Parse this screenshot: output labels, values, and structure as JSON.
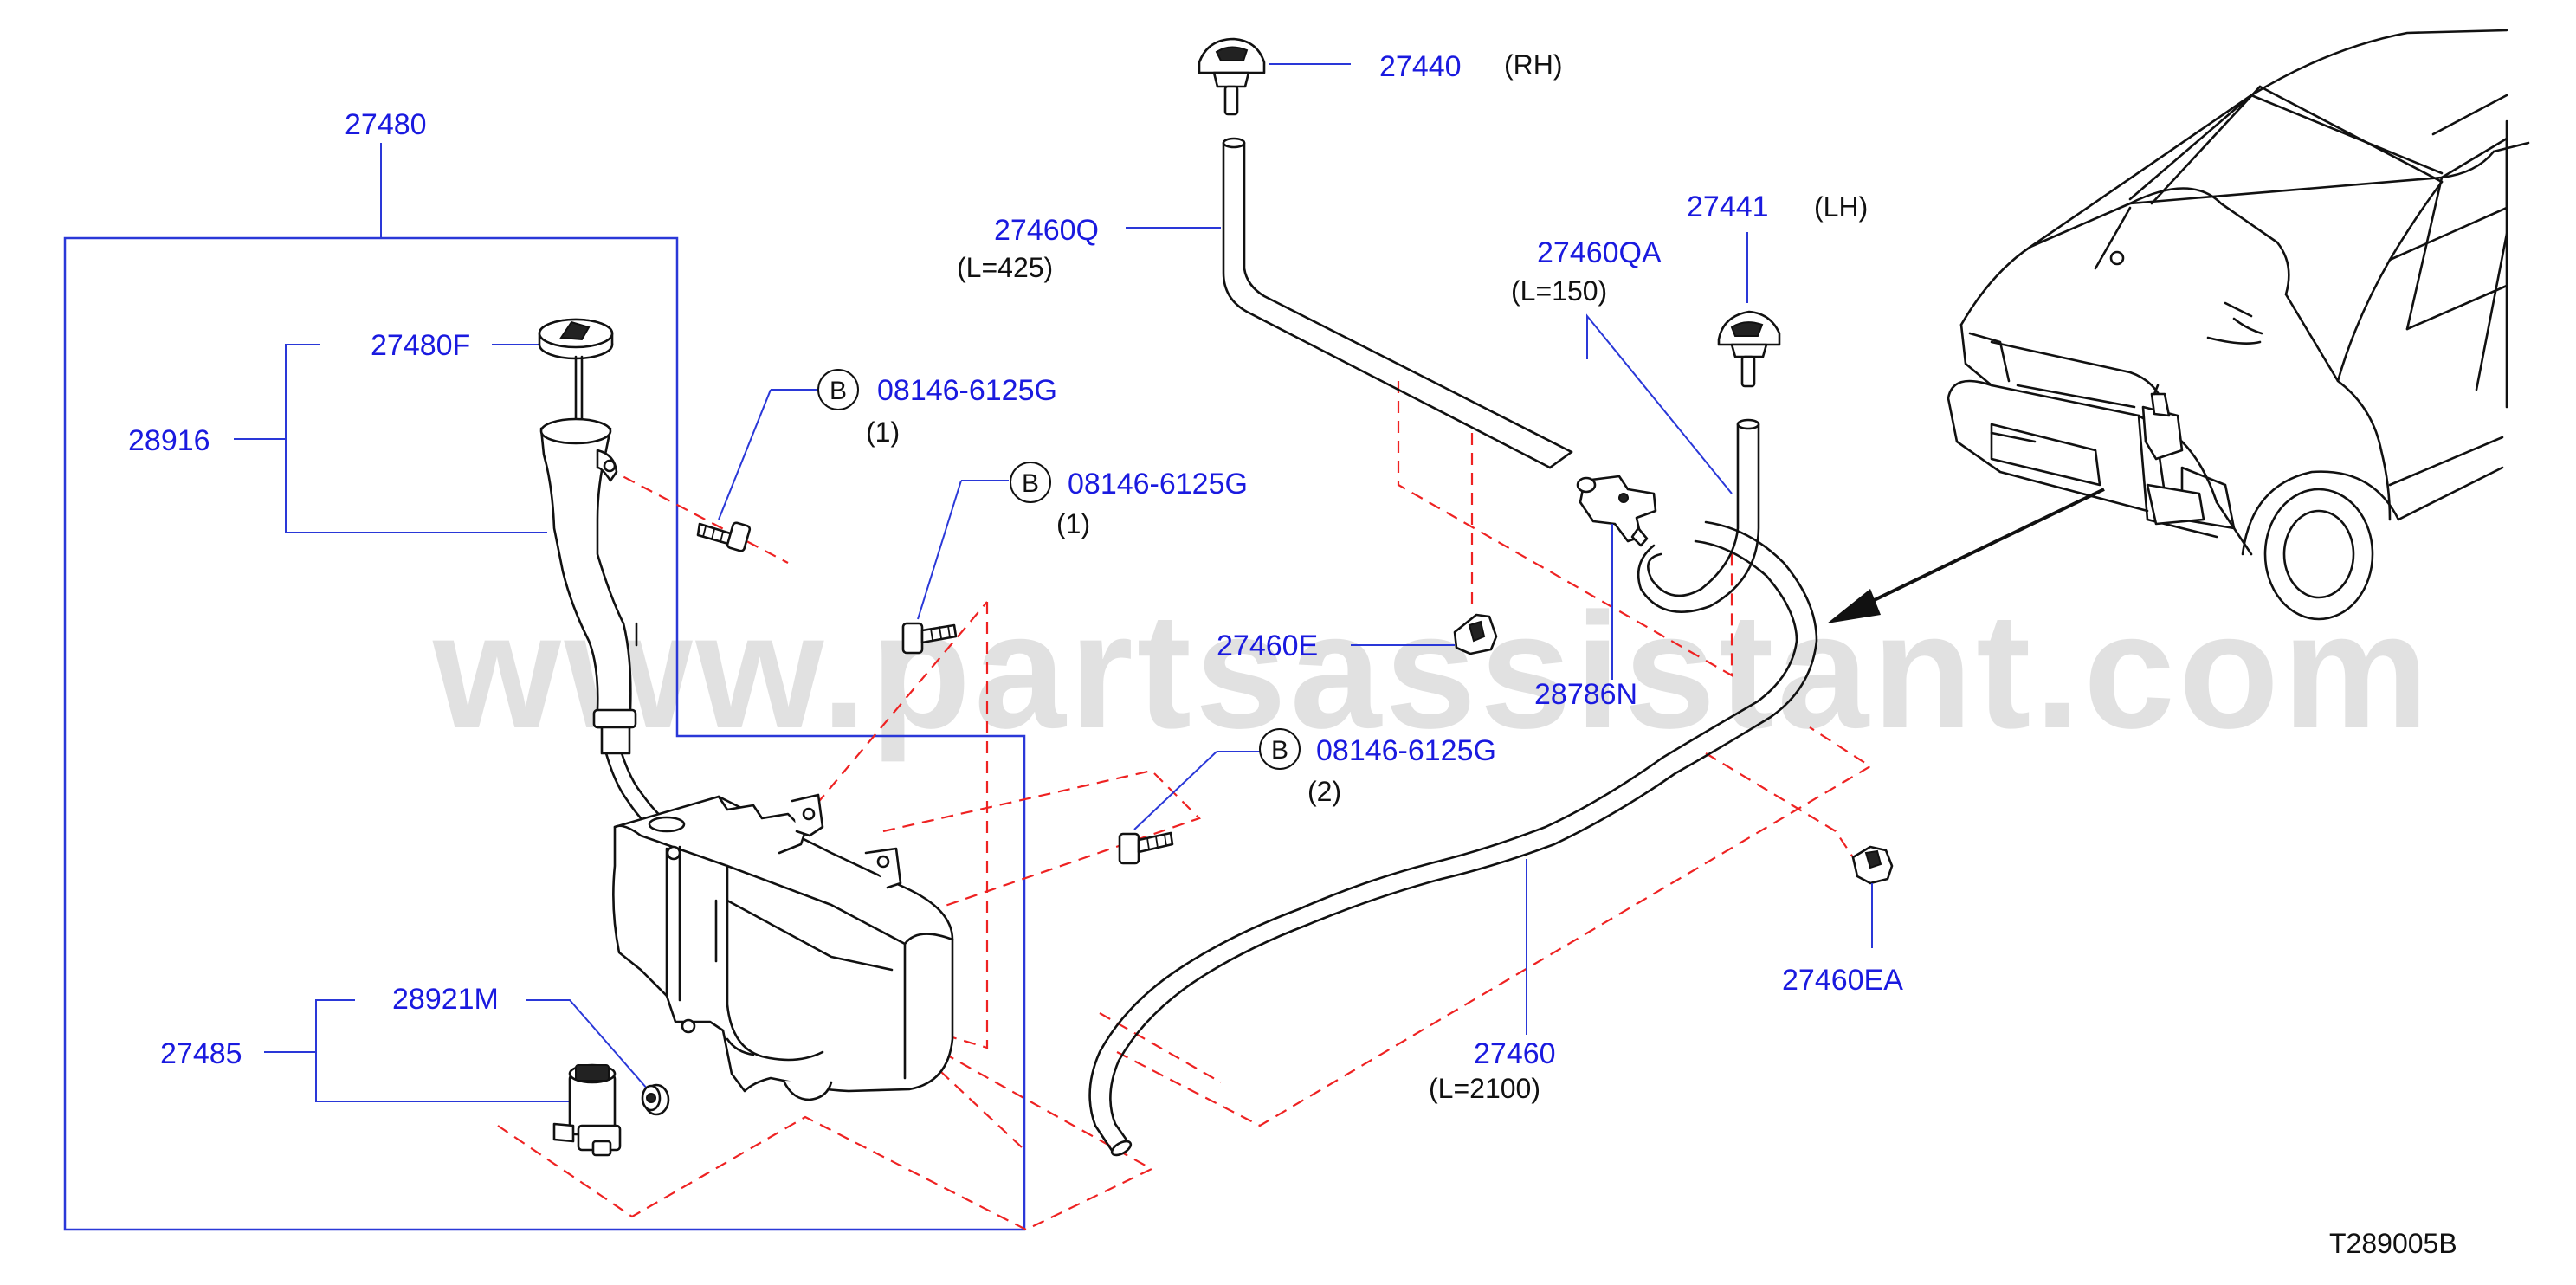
{
  "watermark": "www.partsassistant.com",
  "diagram_code": "T289005B",
  "bolt_symbol": "B",
  "labels": {
    "p27480": "27480",
    "p27480F": "27480F",
    "p28916": "28916",
    "p27485": "27485",
    "p28921M": "28921M",
    "p27440": "27440",
    "p27440_note": "(RH)",
    "p27441": "27441",
    "p27441_note": "(LH)",
    "p27460Q": "27460Q",
    "p27460Q_note": "(L=425)",
    "p27460QA": "27460QA",
    "p27460QA_note": "(L=150)",
    "p27460E": "27460E",
    "p28786N": "28786N",
    "p27460": "27460",
    "p27460_note": "(L=2100)",
    "p27460EA": "27460EA",
    "bolt1": "08146-6125G",
    "bolt1_note": "(1)",
    "bolt2": "08146-6125G",
    "bolt2_note": "(1)",
    "bolt3": "08146-6125G",
    "bolt3_note": "(2)"
  },
  "colors": {
    "part_number": "#1a1adf",
    "leader": "#2a38d8",
    "dashed_guide": "#ee2222",
    "outline": "#111111",
    "watermark": "#bdbdbd"
  }
}
